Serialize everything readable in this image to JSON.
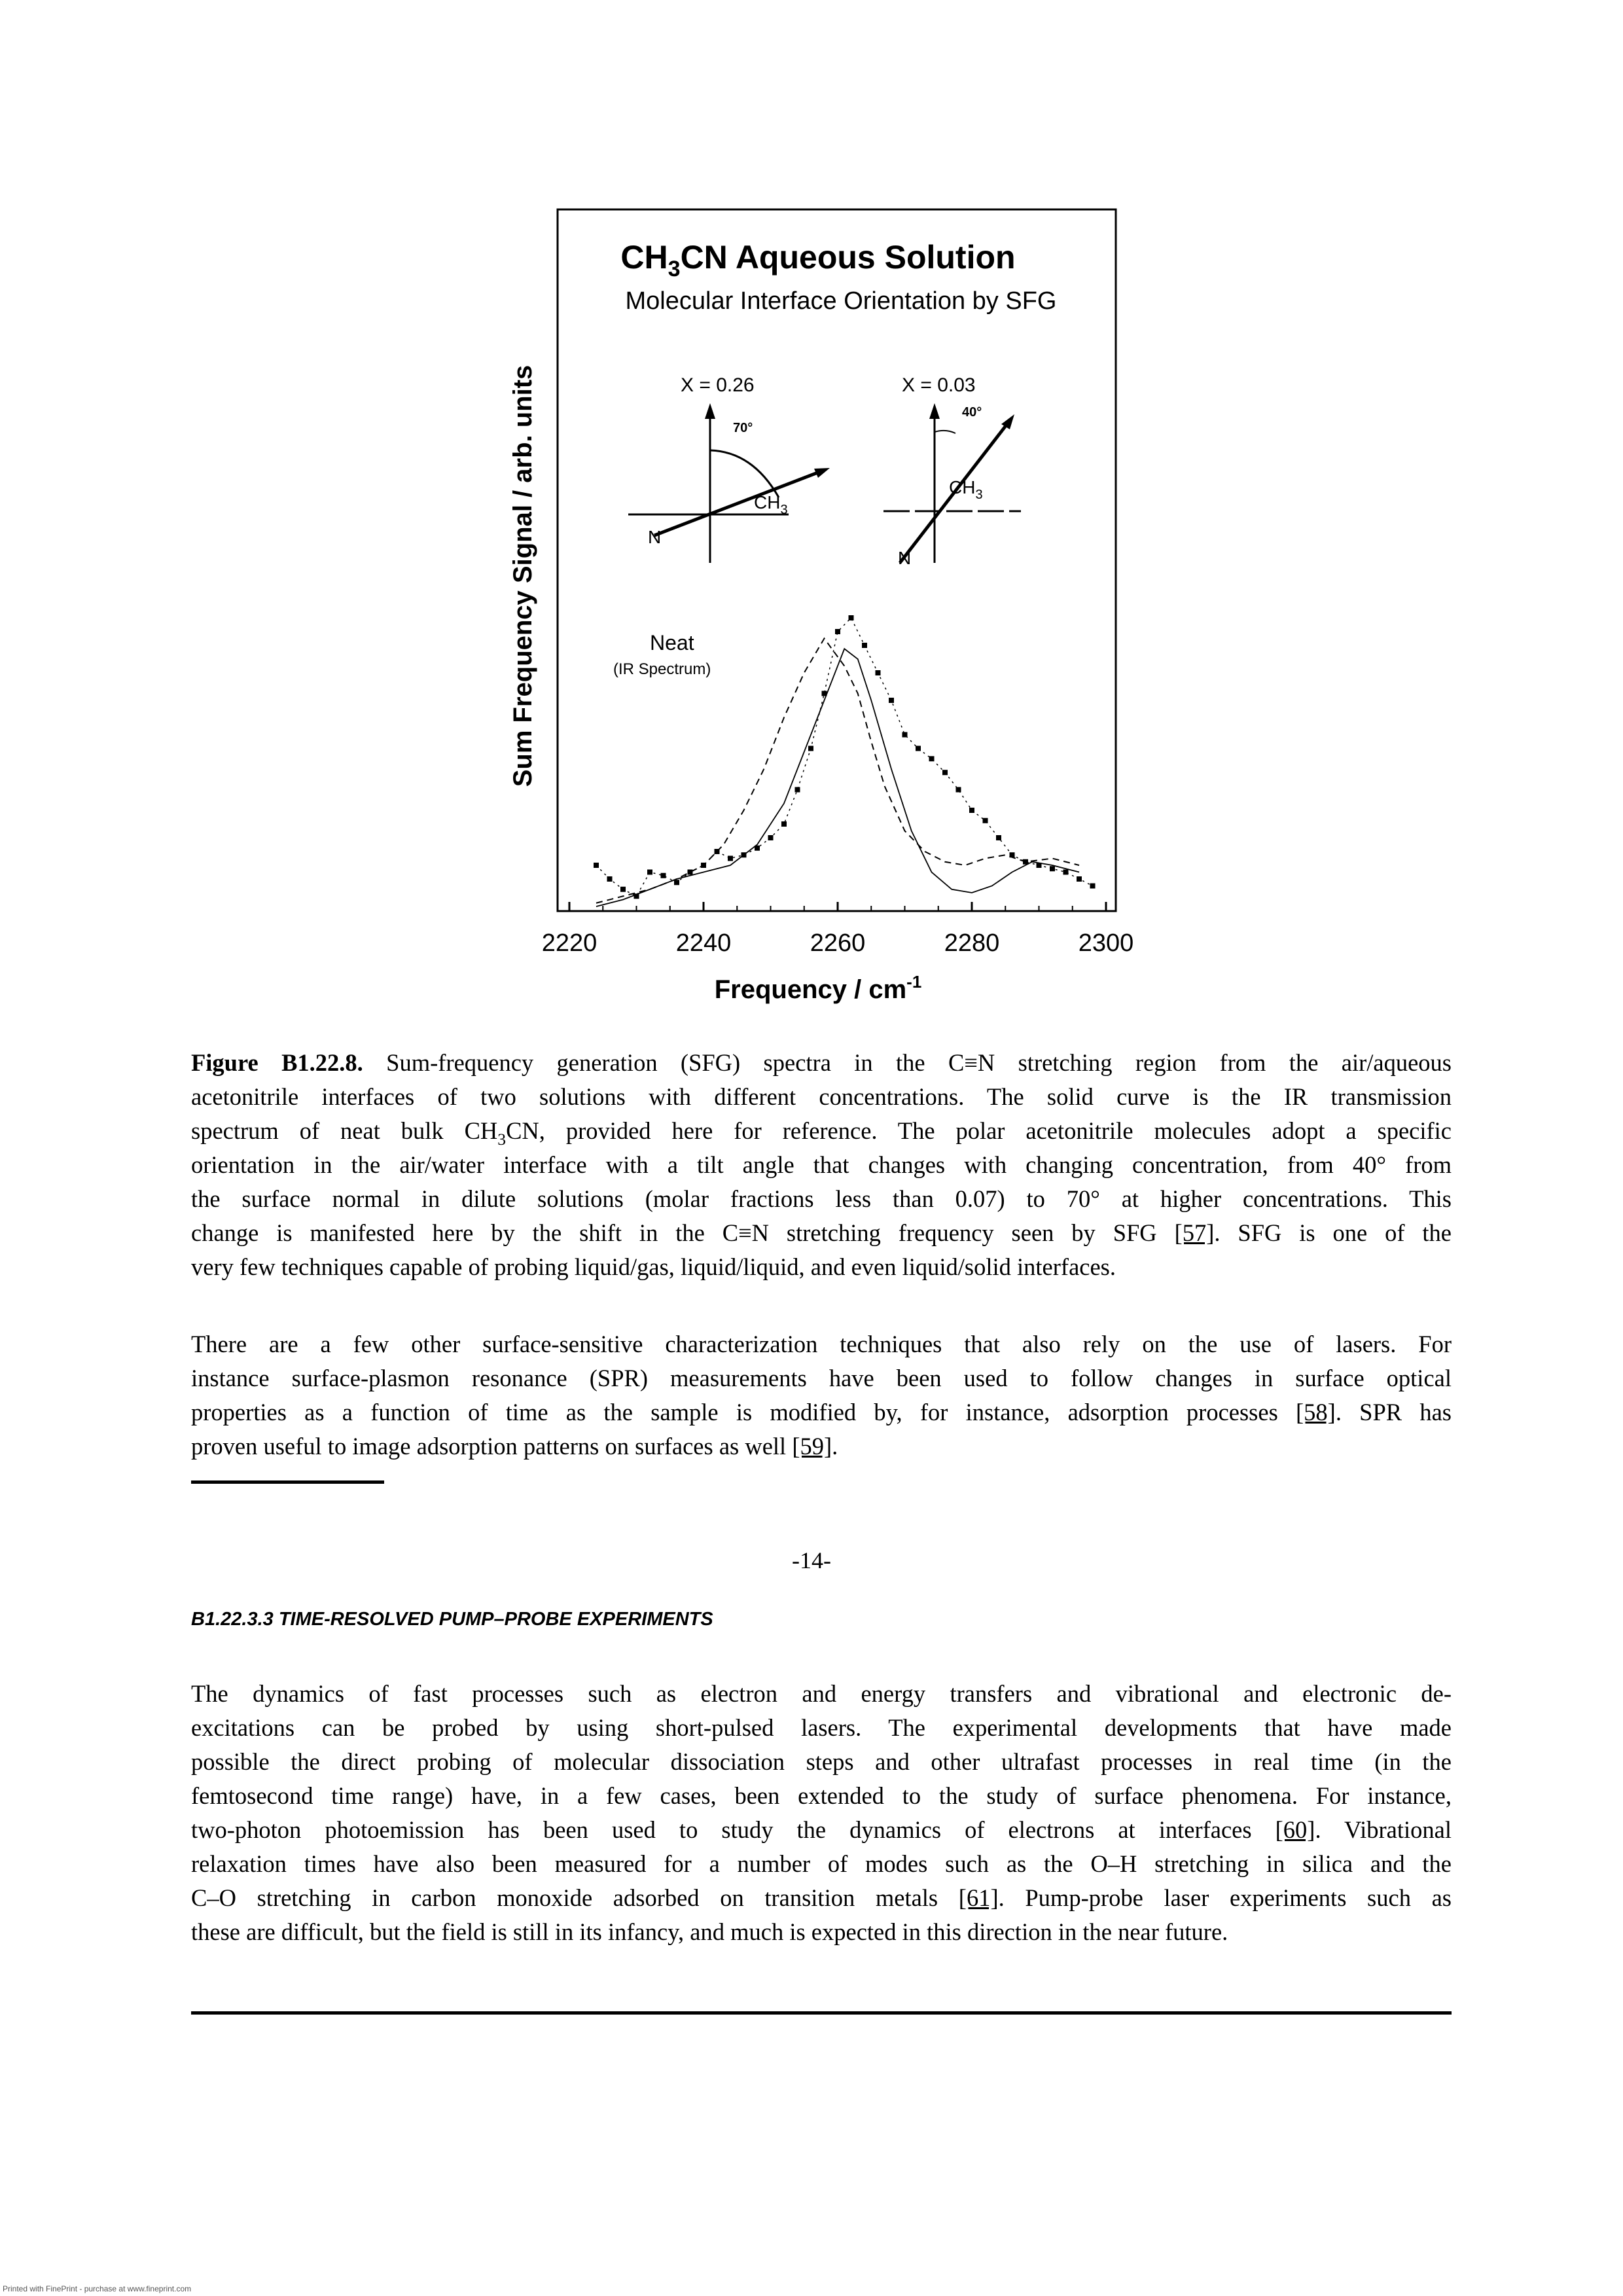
{
  "figure": {
    "title_pre": "CH",
    "title_sub": "3",
    "title_post": "CN Aqueous Solution",
    "subtitle": "Molecular Interface Orientation by SFG",
    "inset_left": {
      "x_label": "X = 0.26",
      "angle": "70°",
      "group_label": "CH",
      "group_sub": "3",
      "atom_label": "N"
    },
    "inset_right": {
      "x_label": "X = 0.03",
      "angle": "40°",
      "group_label": "CH",
      "group_sub": "3",
      "atom_label": "N"
    },
    "neat_label": "Neat",
    "neat_sublabel": "(IR Spectrum)"
  },
  "chart_data": {
    "type": "line",
    "title": "CH3CN Aqueous Solution",
    "subtitle": "Molecular Interface Orientation by SFG",
    "xlabel": "Frequency / cm",
    "xlabel_sup": "-1",
    "ylabel": "Sum Frequency Signal / arb. units",
    "xlim": [
      2220,
      2300
    ],
    "ylim": [
      0,
      100
    ],
    "xticks": [
      2220,
      2240,
      2260,
      2280,
      2300
    ],
    "x_tick_labels": [
      "2220",
      "2240",
      "2260",
      "2280",
      "2300"
    ],
    "grid": false,
    "series": [
      {
        "name": "X = 0.26",
        "style": "dotted-squares",
        "x": [
          2224,
          2226,
          2228,
          2230,
          2232,
          2234,
          2236,
          2238,
          2240,
          2242,
          2244,
          2246,
          2248,
          2250,
          2252,
          2254,
          2256,
          2258,
          2260,
          2262,
          2264,
          2266,
          2268,
          2270,
          2272,
          2274,
          2276,
          2278,
          2280,
          2282,
          2284,
          2286,
          2288,
          2290,
          2292,
          2294,
          2296,
          2298
        ],
        "y": [
          12,
          8,
          5,
          3,
          10,
          9,
          7,
          10,
          12,
          16,
          14,
          15,
          17,
          20,
          24,
          34,
          46,
          62,
          80,
          84,
          76,
          68,
          60,
          50,
          46,
          43,
          39,
          34,
          28,
          25,
          20,
          15,
          13,
          12,
          11,
          10,
          8,
          6
        ]
      },
      {
        "name": "X = 0.03",
        "style": "dashed",
        "x": [
          2224,
          2228,
          2232,
          2236,
          2240,
          2243,
          2246,
          2249,
          2252,
          2255,
          2258,
          2261,
          2263,
          2265,
          2267,
          2270,
          2273,
          2276,
          2279,
          2282,
          2285,
          2288,
          2292,
          2296
        ],
        "y": [
          1,
          3,
          5,
          8,
          12,
          18,
          28,
          40,
          55,
          68,
          78,
          70,
          62,
          48,
          35,
          22,
          16,
          13,
          12,
          14,
          15,
          13,
          14,
          12
        ]
      },
      {
        "name": "Neat (IR Spectrum)",
        "style": "solid-thin",
        "x": [
          2224,
          2228,
          2232,
          2236,
          2240,
          2244,
          2248,
          2252,
          2255,
          2258,
          2261,
          2263,
          2265,
          2268,
          2271,
          2274,
          2277,
          2280,
          2283,
          2286,
          2289,
          2292,
          2296
        ],
        "y": [
          0,
          2,
          5,
          8,
          10,
          12,
          18,
          30,
          45,
          60,
          75,
          72,
          60,
          40,
          22,
          10,
          5,
          4,
          6,
          10,
          13,
          12,
          10
        ]
      }
    ]
  },
  "caption": {
    "label": "Figure B1.22.8.",
    "lines": [
      " Sum-frequency generation (SFG) spectra in the C≡N stretching region from the air/aqueous",
      "acetonitrile interfaces of two solutions with different concentrations. The solid curve is the IR transmission",
      "spectrum of neat bulk CH",
      "orientation in the air/water interface with a tilt angle that changes with changing concentration, from 40° from",
      "the surface normal in dilute solutions (molar fractions less than 0.07) to 70° at higher concentrations. This",
      "change is manifested here by the shift in the C≡N stretching frequency seen by SFG ",
      "very few techniques capable of probing liquid/gas, liquid/liquid, and even liquid/solid interfaces."
    ],
    "line3_sub": "3",
    "line3_tail": "CN, provided here for reference. The polar acetonitrile molecules adopt a specific",
    "ref_57": "[57]",
    "line6_tail": ". SFG is one of the"
  },
  "paragraph2": {
    "lines": [
      "There are a few other surface-sensitive characterization techniques that also rely on the use of lasers. For",
      "instance surface-plasmon resonance (SPR) measurements have been used to follow changes in surface optical",
      "properties as a function of time as the sample is modified by, for instance, adsorption processes ",
      "proven useful to image adsorption patterns on surfaces as well "
    ],
    "ref_58": "[58]",
    "line3_tail": ". SPR has",
    "ref_59": "[59]",
    "line4_tail": "."
  },
  "page_number": "-14-",
  "section_heading": "B1.22.3.3 TIME-RESOLVED PUMP–PROBE EXPERIMENTS",
  "paragraph3": {
    "lines": [
      "The dynamics of fast processes such as electron and energy transfers and vibrational and electronic de-",
      "excitations can be probed by using short-pulsed lasers. The experimental developments that have made",
      "possible the direct probing of molecular dissociation steps and other ultrafast processes in real time (in the",
      "femtosecond time range) have, in a few cases, been extended to the study of surface phenomena. For instance,",
      "two-photon photoemission has been used to study the dynamics of electrons at interfaces ",
      "relaxation times have also been measured for a number of modes such as the O–H stretching in silica and the",
      "C–O stretching in carbon monoxide adsorbed on transition metals ",
      "these are difficult, but the field is still in its infancy, and much is expected in this direction in the near future."
    ],
    "ref_60": "[60]",
    "line5_tail": ". Vibrational",
    "ref_61": "[61]",
    "line7_tail": ". Pump-probe laser experiments such as"
  },
  "footer_note": "Printed with FinePrint - purchase at www.fineprint.com"
}
